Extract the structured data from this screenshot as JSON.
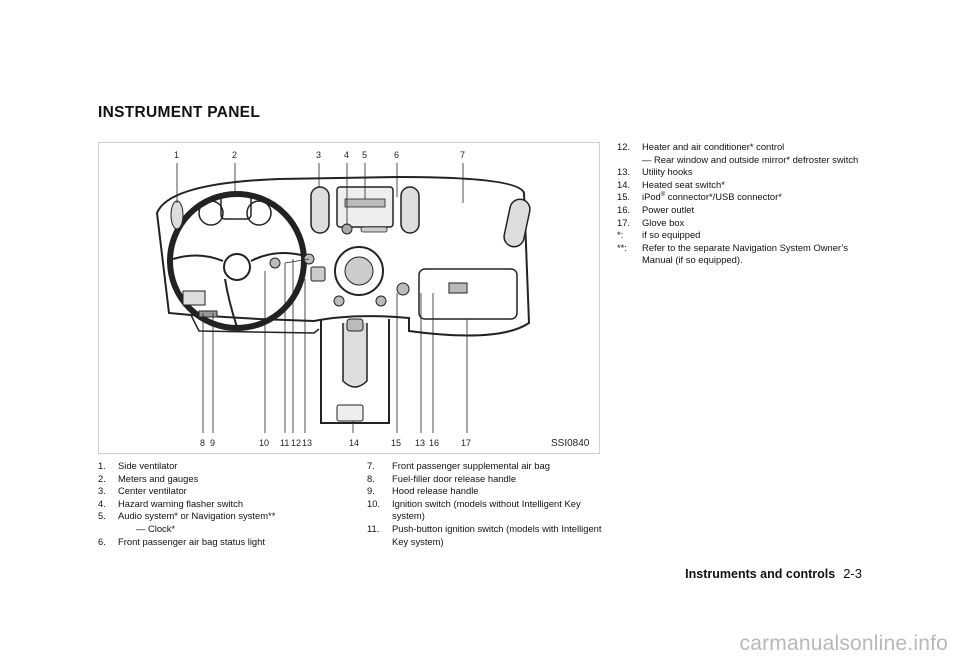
{
  "page": {
    "title": "INSTRUMENT PANEL",
    "footer_section": "Instruments and controls",
    "footer_page": "2-3",
    "watermark": "carmanualsonline.info"
  },
  "diagram": {
    "code": "SSI0840",
    "top_callouts": [
      "1",
      "2",
      "3",
      "4",
      "5",
      "6",
      "7"
    ],
    "bottom_callouts": [
      "8",
      "9",
      "10",
      "11",
      "12",
      "13",
      "14",
      "15",
      "13",
      "16",
      "17"
    ]
  },
  "legend": {
    "col1": [
      {
        "num": "1.",
        "text": "Side ventilator"
      },
      {
        "num": "2.",
        "text": "Meters and gauges"
      },
      {
        "num": "3.",
        "text": "Center ventilator"
      },
      {
        "num": "4.",
        "text": "Hazard warning flasher switch"
      },
      {
        "num": "5.",
        "text": "Audio system* or Navigation system**"
      },
      {
        "num": "",
        "text": "— Clock*"
      },
      {
        "num": "6.",
        "text": "Front passenger air bag status light"
      }
    ],
    "col2": [
      {
        "num": "7.",
        "text": "Front passenger supplemental air bag"
      },
      {
        "num": "8.",
        "text": "Fuel-filler door release handle"
      },
      {
        "num": "9.",
        "text": "Hood release handle"
      },
      {
        "num": "10.",
        "text": "Ignition switch (models without Intelligent Key system)"
      },
      {
        "num": "11.",
        "text": "Push-button ignition switch (models with Intelligent Key system)"
      }
    ],
    "col3": [
      {
        "num": "12.",
        "text": "Heater and air conditioner* control"
      },
      {
        "num": "",
        "text": "— Rear window and outside mirror* defroster switch"
      },
      {
        "num": "13.",
        "text": "Utility hooks"
      },
      {
        "num": "14.",
        "text": "Heated seat switch*"
      },
      {
        "num": "15.",
        "text_pre": "iPod",
        "sup": "®",
        "text_post": " connector*/USB connector*"
      },
      {
        "num": "16.",
        "text": "Power outlet"
      },
      {
        "num": "17.",
        "text": "Glove box"
      },
      {
        "num": "*:",
        "text": "if so equipped"
      },
      {
        "num": "**:",
        "text": "Refer to the separate Navigation System Owner’s Manual (if so equipped)."
      }
    ]
  }
}
